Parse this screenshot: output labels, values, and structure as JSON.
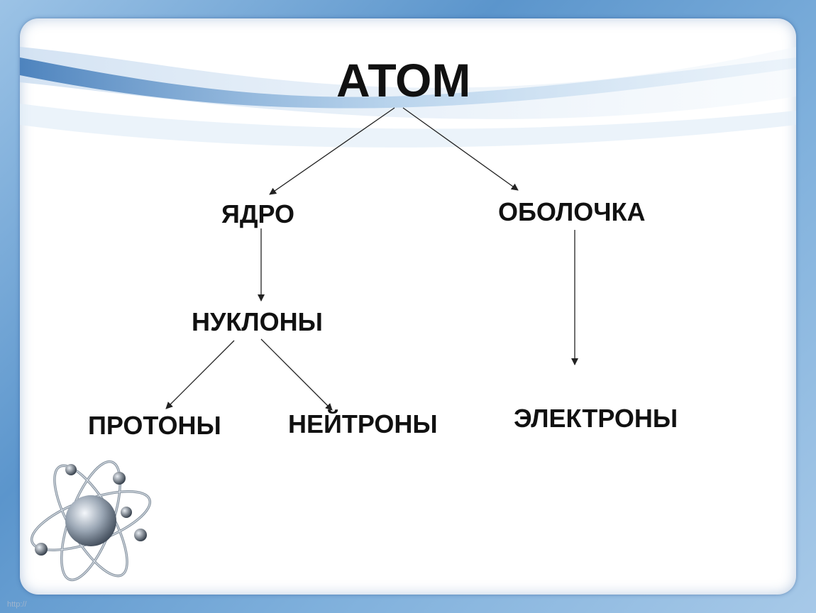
{
  "diagram": {
    "root": "ATOM",
    "root_display": "АТОМ",
    "level1": {
      "left": "ЯДРО",
      "right": "ОБОЛОЧКА"
    },
    "level2": {
      "left": "НУКЛОНЫ"
    },
    "level3": {
      "protons": "ПРОТОНЫ",
      "neutrons": "НЕЙТРОНЫ",
      "electrons": "ЭЛЕКТРОНЫ"
    }
  },
  "watermark": "http://",
  "icons": {
    "corner_art": "atom-model-icon"
  },
  "colors": {
    "frame": "#5b95cc",
    "text": "#111111",
    "arrow": "#222222"
  }
}
